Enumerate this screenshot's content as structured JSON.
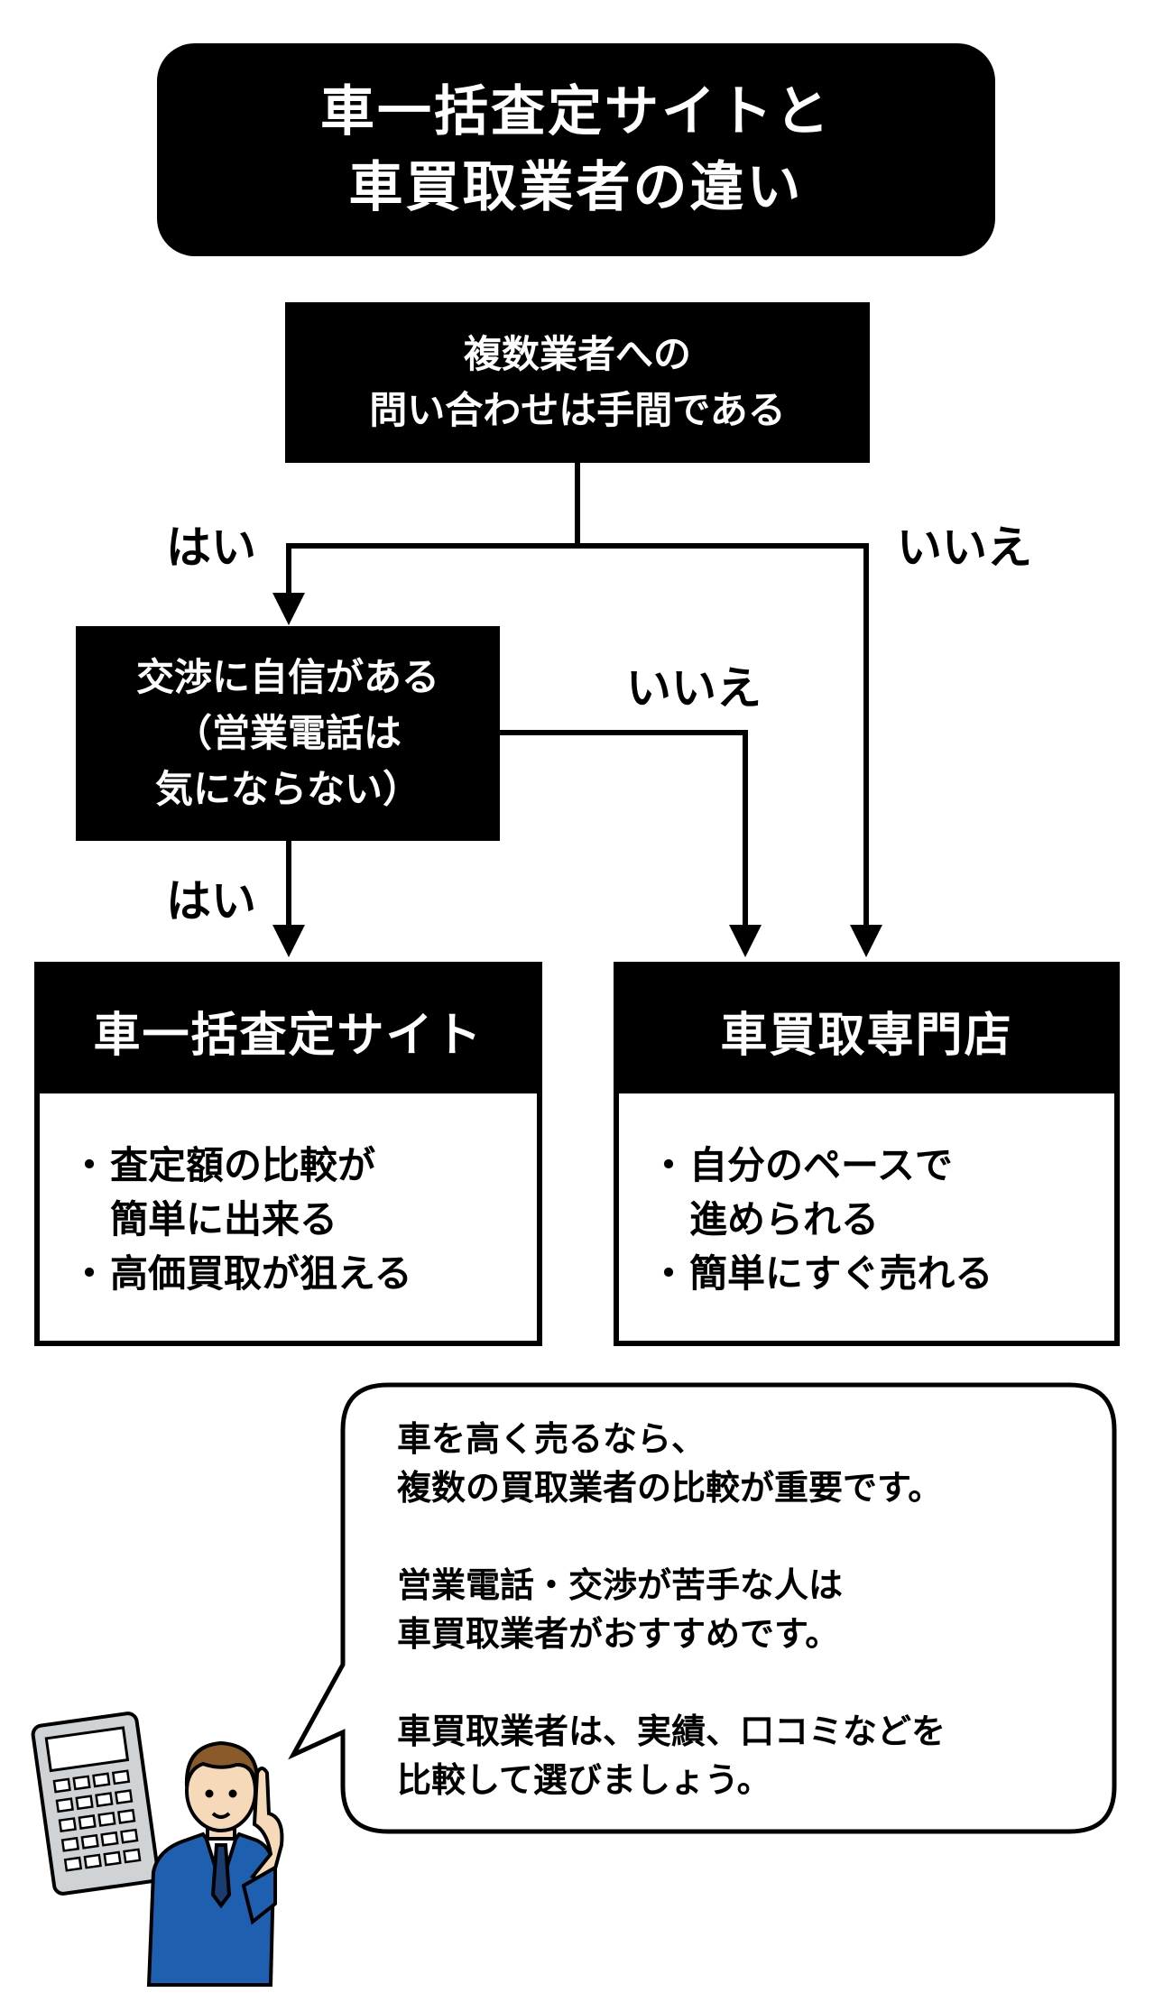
{
  "title": {
    "line1": "車一括査定サイトと",
    "line2": "車買取業者の違い"
  },
  "question1": {
    "line1": "複数業者への",
    "line2": "問い合わせは手間である"
  },
  "question2": {
    "line1": "交渉に自信がある",
    "line2": "（営業電話は",
    "line3": "気にならない）"
  },
  "labels": {
    "yes_top": "はい",
    "no_top": "いいえ",
    "no_mid": "いいえ",
    "yes_bottom": "はい"
  },
  "result_left": {
    "heading": "車一括査定サイト",
    "items": [
      {
        "line1": "査定額の比較が",
        "line2": "簡単に出来る"
      },
      {
        "line1": "高価買取が狙える"
      }
    ]
  },
  "result_right": {
    "heading": "車買取専門店",
    "items": [
      {
        "line1": "自分のペースで",
        "line2": "進められる"
      },
      {
        "line1": "簡単にすぐ売れる"
      }
    ]
  },
  "speech": {
    "para1": {
      "line1": "車を高く売るなら、",
      "line2": "複数の買取業者の比較が重要です。"
    },
    "para2": {
      "line1": "営業電話・交渉が苦手な人は",
      "line2": "車買取業者がおすすめです。"
    },
    "para3": {
      "line1": "車買取業者は、実績、口コミなどを",
      "line2": "比較して選びましょう。"
    }
  },
  "colors": {
    "ink": "#000000",
    "paper": "#ffffff",
    "suit": "#1f5fb0",
    "hair": "#8a5a2b",
    "skin": "#f6d9b8"
  },
  "icons": [
    "calculator-icon",
    "businessman-icon"
  ]
}
